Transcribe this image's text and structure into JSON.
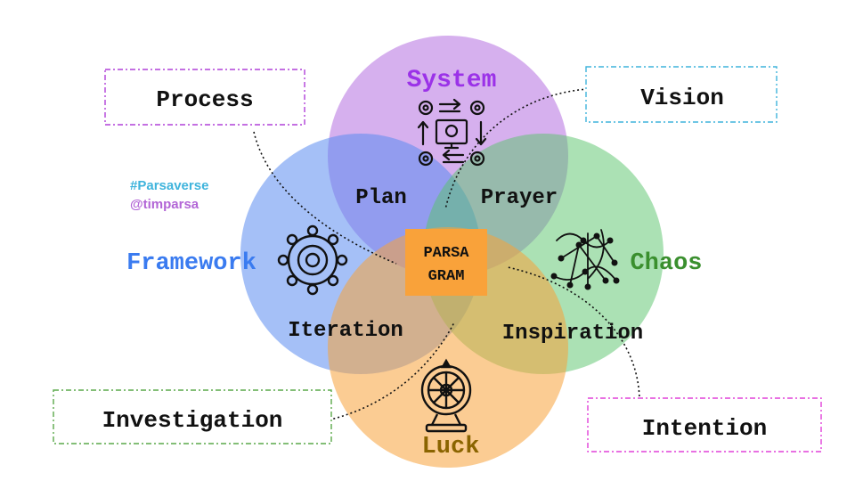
{
  "colors": {
    "system": "#b56fe0",
    "framework": "#5b8cf0",
    "chaos": "#58c46a",
    "luck": "#f7a23a",
    "center": "#f9a23a",
    "system_text": "#9b32e8",
    "framework_text": "#3a7bf0",
    "chaos_text": "#3a8f2e",
    "luck_text": "#8a6400",
    "handle1": "#3fb4dc",
    "handle2": "#b265d6"
  },
  "circles": {
    "system": "System",
    "framework": "Framework",
    "chaos": "Chaos",
    "luck": "Luck"
  },
  "overlaps": {
    "plan": "Plan",
    "prayer": "Prayer",
    "iteration": "Iteration",
    "inspiration": "Inspiration"
  },
  "center": {
    "line1": "PARSA",
    "line2": "GRAM"
  },
  "boxes": {
    "process": "Process",
    "vision": "Vision",
    "investigation": "Investigation",
    "intention": "Intention"
  },
  "handles": {
    "hashtag": "#Parsaverse",
    "user": "@timparsa"
  },
  "icons": {
    "system": "process-cycle-icon",
    "framework": "gear-network-icon",
    "chaos": "chaotic-arrows-icon",
    "luck": "fortune-wheel-icon"
  }
}
